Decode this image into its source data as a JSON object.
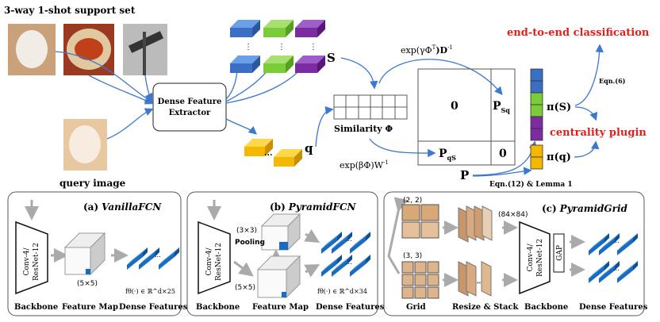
{
  "top": {
    "support_title": "3-way 1-shot support set",
    "query_label": "query image",
    "extractor_line1": "Dense Feature",
    "extractor_line2": "Extractor",
    "S": "S",
    "q": "q",
    "ellipsis": "...",
    "similarity_label": "Similarity Φ",
    "exp_gamma": "exp(γΦ",
    "exp_gamma_sup": "T",
    "exp_gamma_rest": ")D",
    "exp_gamma_inv": "-1",
    "exp_beta": "exp(βΦ)W",
    "exp_beta_inv": "-1",
    "zero": "0",
    "P": "P",
    "Sq": "Sq",
    "qS": "qS",
    "pi_S": "π(S)",
    "pi_q": "π(q)",
    "end_to_end": "end-to-end classification",
    "centrality": "centrality plugin",
    "eqn6": "Eqn.(6)",
    "eqn12": "Eqn.(12) & Lemma 1"
  },
  "colors": {
    "blue": "#3a6fc4",
    "green": "#7ccc3a",
    "purple": "#7a2ca0",
    "yellow": "#f5b800",
    "red": "#e0201b",
    "arrow": "#3b78d0"
  },
  "panel_a": {
    "title_prefix": "(a)",
    "title": "VanillaFCN",
    "backbone_line1": "Conv-4/",
    "backbone_line2": "ResNet-12",
    "size": "(5×5)",
    "formula": "fθ(·) ∈ ℝ^d×25",
    "labels": [
      "Backbone",
      "Feature Map",
      "Dense Features"
    ]
  },
  "panel_b": {
    "title_prefix": "(b)",
    "title": "PyramidFCN",
    "backbone_line1": "Conv-4/",
    "backbone_line2": "ResNet-12",
    "size_top": "(3×3)",
    "pooling": "Pooling",
    "size_bottom": "(5×5)",
    "formula": "fθ(·) ∈ ℝ^d×34",
    "labels": [
      "Backbone",
      "Feature Map",
      "Dense Features"
    ]
  },
  "panel_c": {
    "title_prefix": "(c)",
    "title": "PyramidGrid",
    "grid_top": "(2, 2)",
    "grid_bottom": "(3, 3)",
    "resize_size": "(84×84)",
    "backbone_line1": "Conv-4/",
    "backbone_line2": "ResNet-12",
    "gap": "GAP",
    "labels": [
      "Grid",
      "Resize & Stack",
      "Backbone",
      "Dense Features"
    ]
  }
}
